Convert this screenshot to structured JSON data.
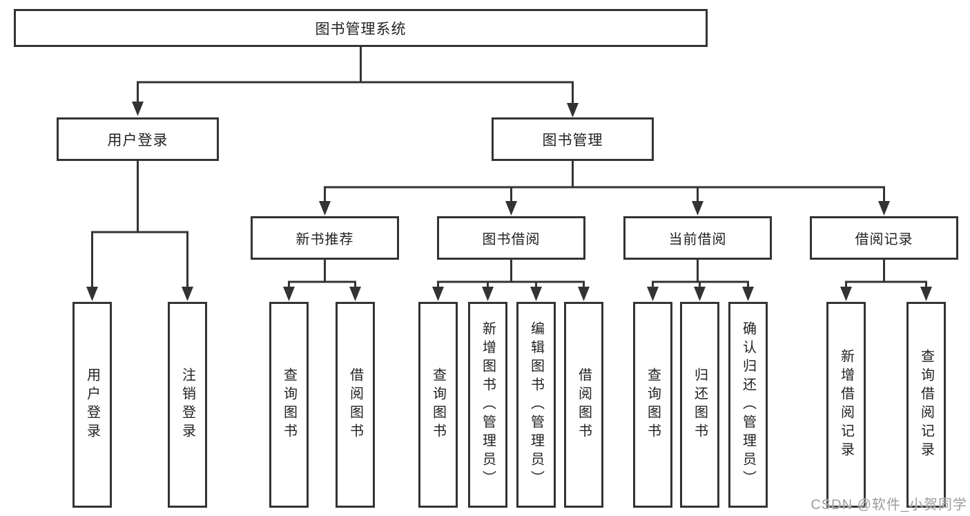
{
  "diagram": {
    "background": "#ffffff",
    "line_color": "#333333",
    "text_color": "#222222",
    "tree": {
      "root": {
        "label": "图书管理系统",
        "children": [
          {
            "label": "用户登录",
            "children": [
              {
                "label": "用户登录"
              },
              {
                "label": "注销登录"
              }
            ]
          },
          {
            "label": "图书管理",
            "children": [
              {
                "label": "新书推荐",
                "children": [
                  {
                    "label": "查询图书"
                  },
                  {
                    "label": "借阅图书"
                  }
                ]
              },
              {
                "label": "图书借阅",
                "children": [
                  {
                    "label": "查询图书"
                  },
                  {
                    "label": "新增图书（管理员）"
                  },
                  {
                    "label": "编辑图书（管理员）"
                  },
                  {
                    "label": "借阅图书"
                  }
                ]
              },
              {
                "label": "当前借阅",
                "children": [
                  {
                    "label": "查询图书"
                  },
                  {
                    "label": "归还图书"
                  },
                  {
                    "label": "确认归还（管理员）"
                  }
                ]
              },
              {
                "label": "借阅记录",
                "children": [
                  {
                    "label": "新增借阅记录"
                  },
                  {
                    "label": "查询借阅记录"
                  }
                ]
              }
            ]
          }
        ]
      }
    },
    "watermark": {
      "text": "CSDN @软件_小贺同学",
      "color": "#9c9c9c"
    }
  }
}
